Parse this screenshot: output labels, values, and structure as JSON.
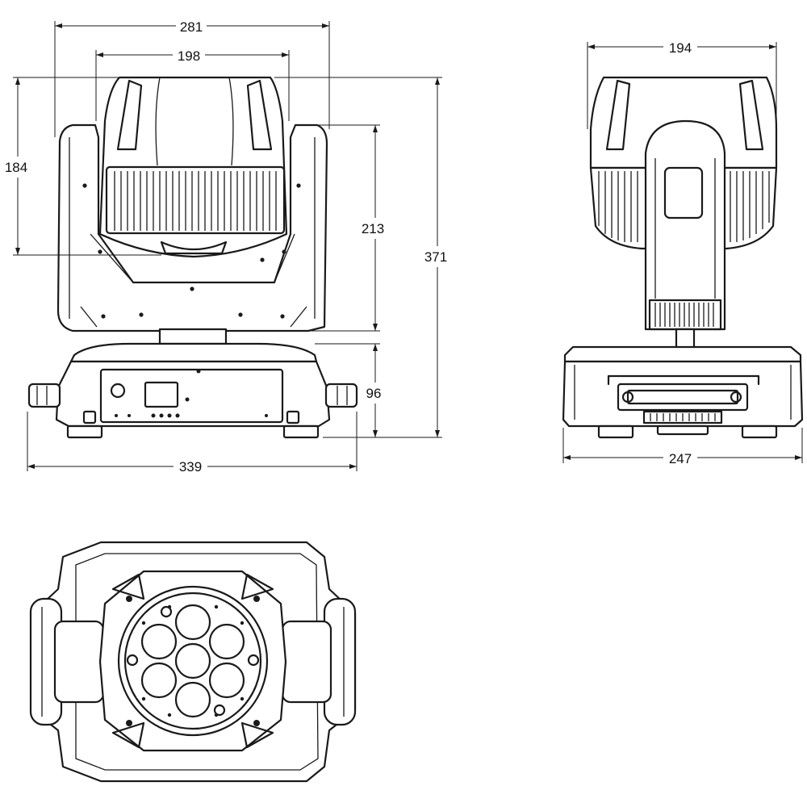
{
  "colors": {
    "line": "#1a1a1a",
    "background": "#ffffff"
  },
  "dimensions": {
    "front_overall_width": "281",
    "front_head_width": "198",
    "front_head_height": "184",
    "front_yoke_height": "213",
    "front_total_height": "371",
    "front_base_height": "96",
    "front_base_width": "339",
    "side_head_width": "194",
    "side_base_width": "247"
  }
}
